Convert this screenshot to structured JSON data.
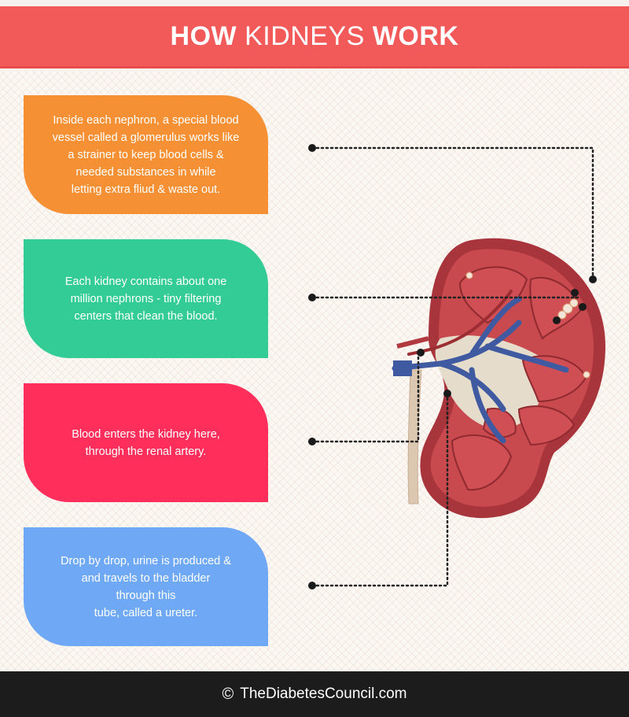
{
  "header": {
    "title_bold_1": "HOW ",
    "title_light": "KIDNEYS ",
    "title_bold_2": "WORK"
  },
  "cards": [
    {
      "text": "Inside each nephron, a special blood\nvessel called a glomerulus works like\na strainer to keep blood cells &\nneeded substances in while\nletting extra fliud & waste out.",
      "color": "#f59134"
    },
    {
      "text": "Each kidney contains about one\nmillion nephrons - tiny filtering\ncenters that  clean the blood.",
      "color": "#33cc96"
    },
    {
      "text": "Blood enters the kidney here,\nthrough the renal artery.",
      "color": "#ff2e5b"
    },
    {
      "text": "Drop by drop, urine is produced &\nand travels to the bladder\nthrough this\ntube, called a ureter.",
      "color": "#6fa9f5"
    }
  ],
  "footer": {
    "copyright_symbol": "©",
    "site": "TheDiabetesCouncil.com"
  },
  "illustration": {
    "subject": "kidney-cross-section",
    "colors": {
      "cortex": "#a8343c",
      "pyramid": "#cf4f55",
      "vein": "#3f5aa0",
      "ureter": "#dcc7b0",
      "pelvis": "#e6dccb"
    }
  }
}
